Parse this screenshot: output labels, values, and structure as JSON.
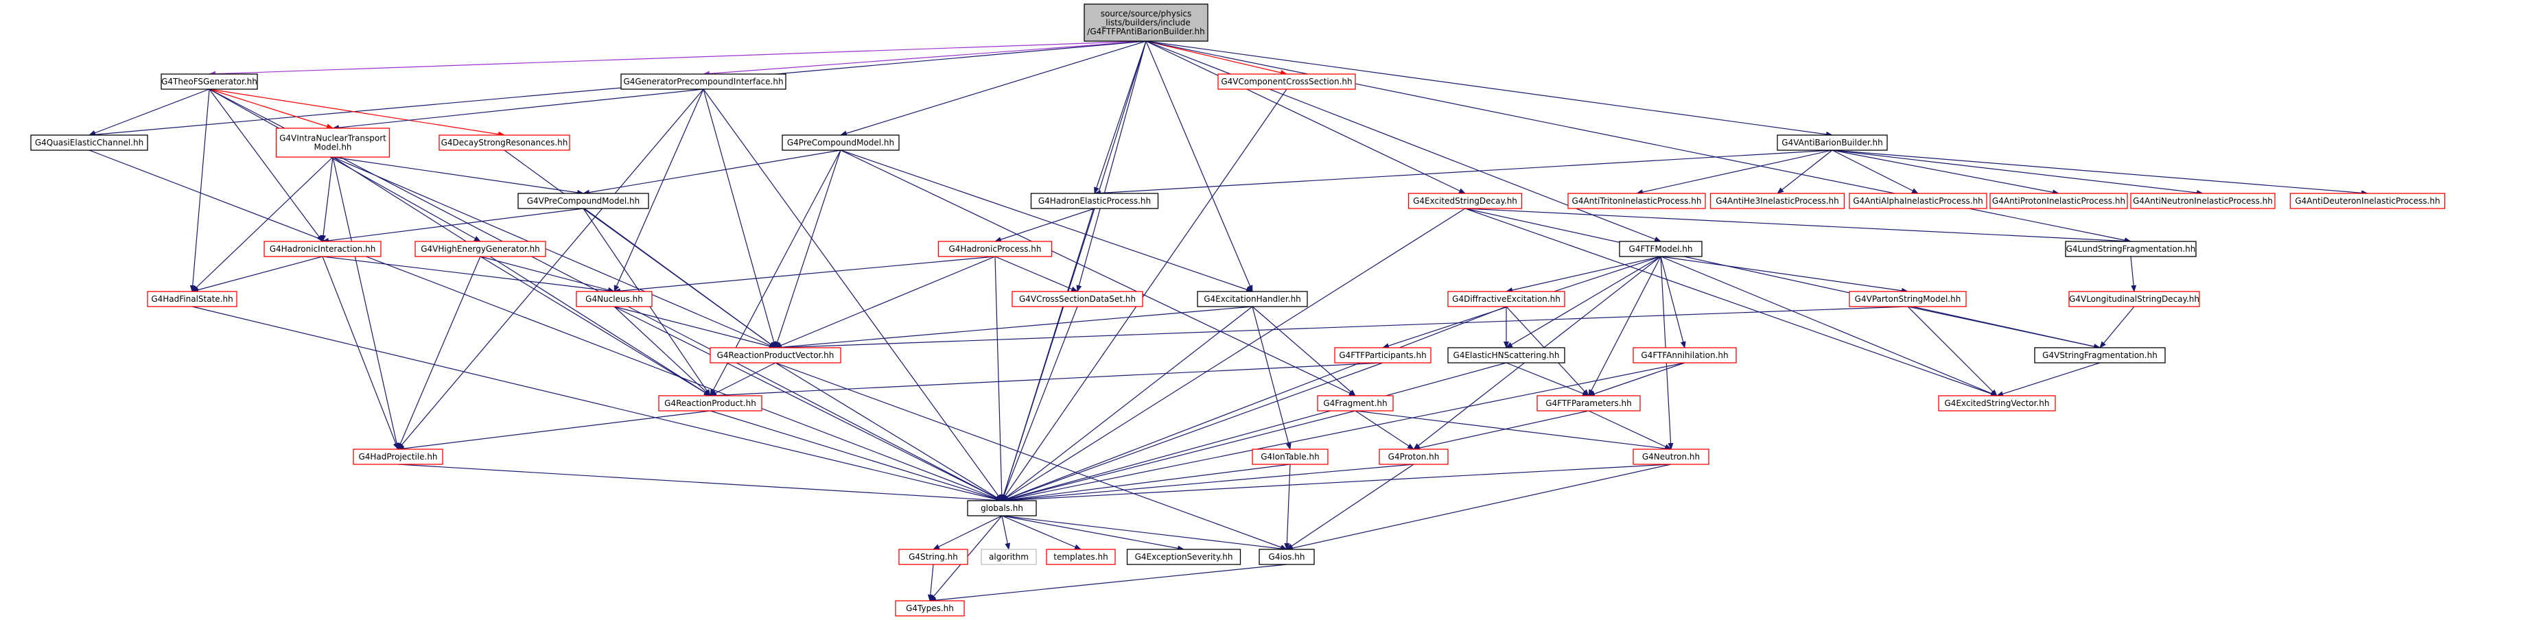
{
  "colors": {
    "edge_default": "#191970",
    "edge_red": "#ff0000",
    "edge_purple": "#9a32cd",
    "node_border_documented": "#000000",
    "node_border_undocumented": "#ff0000",
    "node_border_external": "#bfbfbf",
    "root_fill": "#bfbfbf"
  },
  "root": {
    "label_lines": [
      "source/source/physics",
      "_lists/builders/include",
      "/G4FTFPAntiBarionBuilder.hh"
    ]
  },
  "nodes": {
    "theo": "G4TheoFSGenerator.hh",
    "genpre": "G4GeneratorPrecompoundInterface.hh",
    "vcomp": "G4VComponentCrossSection.hh",
    "vanti": "G4VAntiBarionBuilder.hh",
    "quasi": "G4QuasiElasticChannel.hh",
    "vintra": "G4VIntraNuclearTransport\nModel.hh",
    "decay": "G4DecayStrongResonances.hh",
    "precomp": "G4PreCompoundModel.hh",
    "hadel": "G4HadronElasticProcess.hh",
    "excited": "G4ExcitedStringDecay.hh",
    "antitrit": "G4AntiTritonInelasticProcess.hh",
    "antihe3": "G4AntiHe3InelasticProcess.hh",
    "antialpha": "G4AntiAlphaInelasticProcess.hh",
    "antiproton": "G4AntiProtonInelasticProcess.hh",
    "antineutron": "G4AntiNeutronInelasticProcess.hh",
    "antideut": "G4AntiDeuteronInelasticProcess.hh",
    "vprecomp": "G4VPreCompoundModel.hh",
    "hadproc": "G4HadronicProcess.hh",
    "ftfmodel": "G4FTFModel.hh",
    "lund": "G4LundStringFragmentation.hh",
    "hadint": "G4HadronicInteraction.hh",
    "vhigh": "G4VHighEnergyGenerator.hh",
    "vcross": "G4VCrossSectionDataSet.hh",
    "excit": "G4ExcitationHandler.hh",
    "diffr": "G4DiffractiveExcitation.hh",
    "vparton": "G4VPartonStringModel.hh",
    "vlong": "G4VLongitudinalStringDecay.hh",
    "hadfinal": "G4HadFinalState.hh",
    "nucleus": "G4Nucleus.hh",
    "ftfpart": "G4FTFParticipants.hh",
    "elastic": "G4ElasticHNScattering.hh",
    "ftfann": "G4FTFAnnihilation.hh",
    "vstring": "G4VStringFragmentation.hh",
    "rpv": "G4ReactionProductVector.hh",
    "ftfparam": "G4FTFParameters.hh",
    "excvec": "G4ExcitedStringVector.hh",
    "rp": "G4ReactionProduct.hh",
    "fragment": "G4Fragment.hh",
    "iontable": "G4IonTable.hh",
    "proton": "G4Proton.hh",
    "neutron": "G4Neutron.hh",
    "hadproj": "G4HadProjectile.hh",
    "globals": "globals.hh",
    "g4string": "G4String.hh",
    "algorithm": "algorithm",
    "templates": "templates.hh",
    "excsev": "G4ExceptionSeverity.hh",
    "g4ios": "G4ios.hh",
    "g4types": "G4Types.hh"
  }
}
